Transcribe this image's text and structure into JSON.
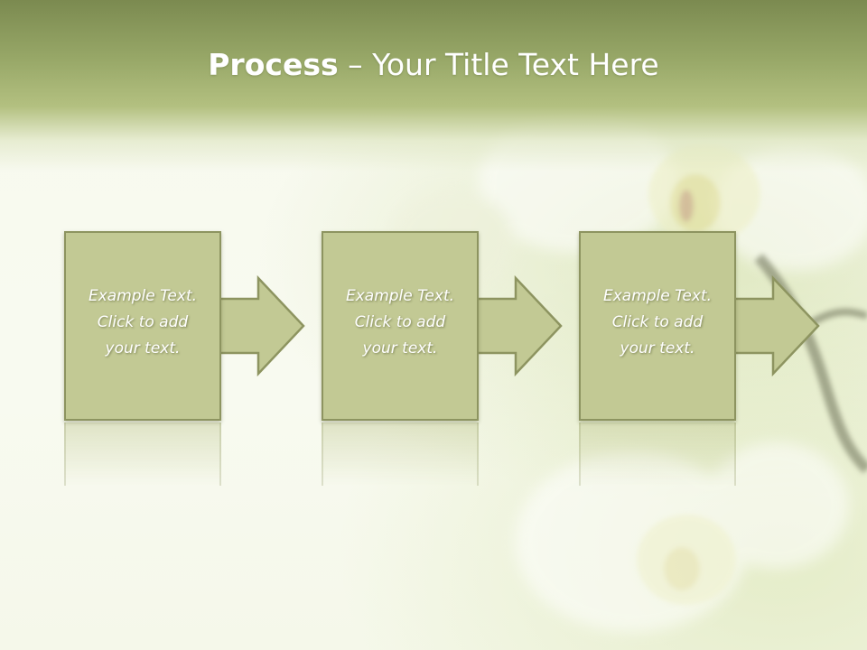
{
  "title": {
    "bold": "Process",
    "rest": " – Your Title Text Here"
  },
  "steps": [
    {
      "lines": [
        "Example Text.",
        "Click  to add",
        "your text."
      ]
    },
    {
      "lines": [
        "Example Text.",
        "Click  to add",
        "your text."
      ]
    },
    {
      "lines": [
        "Example Text.",
        "Click  to add",
        "your text."
      ]
    }
  ],
  "colors": {
    "header": "#8a9a5b",
    "box_fill": "#c2c994",
    "box_border": "#8d9460",
    "text": "#ffffff"
  }
}
